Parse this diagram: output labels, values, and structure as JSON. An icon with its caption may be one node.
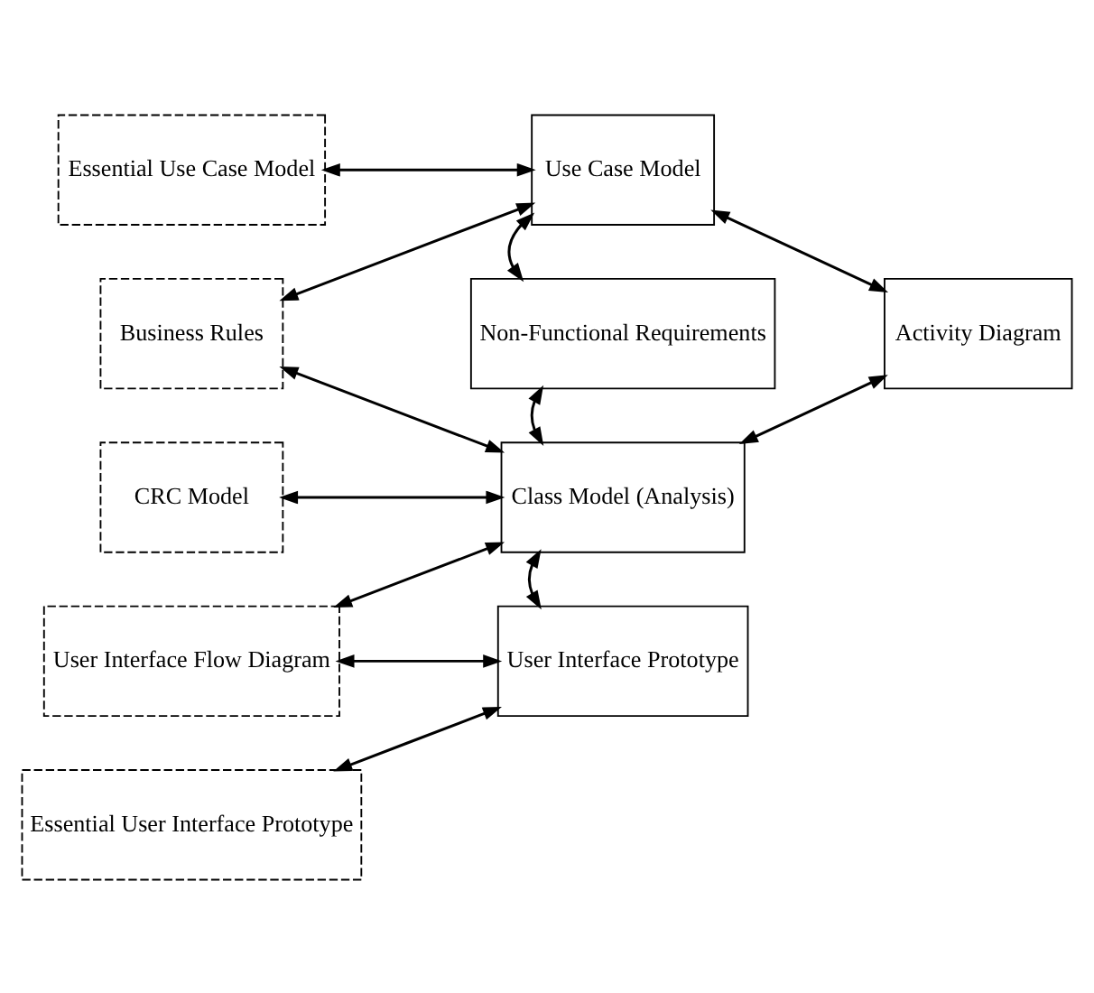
{
  "diagram": {
    "nodes": [
      {
        "text": [
          "Essential Use Case Model"
        ]
      },
      {
        "text": [
          "Use Case Model"
        ]
      },
      {
        "text": [
          "Business Rules"
        ]
      },
      {
        "text": [
          "Non-Functional Requirements"
        ]
      },
      {
        "text": [
          "Activity Diagram"
        ]
      },
      {
        "text": [
          "CRC Model"
        ]
      },
      {
        "text": [
          "Class Model (Analysis)"
        ]
      },
      {
        "text": [
          "User Interface Flow Diagram"
        ]
      },
      {
        "text": [
          "User Interface Prototype"
        ]
      },
      {
        "text": [
          "Essential User Interface Prototype"
        ]
      }
    ],
    "edges": [
      {
        "from": 0,
        "to": 1,
        "arrow": "both"
      },
      {
        "from": 2,
        "to": 1,
        "arrow": "both"
      },
      {
        "from": 1,
        "to": 3,
        "arrow": "both"
      },
      {
        "from": 1,
        "to": 4,
        "arrow": "both"
      },
      {
        "from": 2,
        "to": 6,
        "arrow": "both"
      },
      {
        "from": 3,
        "to": 6,
        "arrow": "both"
      },
      {
        "from": 6,
        "to": 4,
        "arrow": "both"
      },
      {
        "from": 5,
        "to": 6,
        "arrow": "both"
      },
      {
        "from": 7,
        "to": 6,
        "arrow": "both"
      },
      {
        "from": 6,
        "to": 8,
        "arrow": "both"
      },
      {
        "from": 7,
        "to": 8,
        "arrow": "both"
      },
      {
        "from": 9,
        "to": 8,
        "arrow": "both"
      }
    ]
  }
}
